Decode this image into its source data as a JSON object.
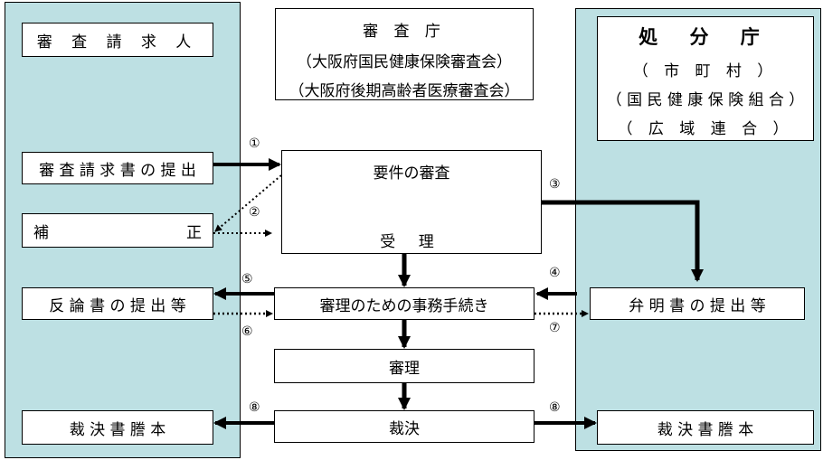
{
  "left_panel": {
    "title": "審 査 請 求 人",
    "submit_request": "審 査 請 求 書 の 提 出",
    "correction": [
      "補",
      "正"
    ],
    "submit_rebuttal": "反 論 書 の 提 出 等",
    "decision_copy": "裁 決 書 謄 本"
  },
  "authority": {
    "title": "審 査 庁",
    "line1": "（大阪府国民健康保険審査会）",
    "line2": "（大阪府後期高齢者医療審査会）"
  },
  "right_panel": {
    "title": "処 分 庁",
    "line1": "（ 市 町 村 ）",
    "line2": "（ 国 民 健 康 保 険 組 合 ）",
    "line3": "（ 広 域 連 合 ）",
    "submit_explanation": "弁 明 書 の 提 出 等",
    "decision_copy": "裁 決 書 謄 本"
  },
  "flow": {
    "requirement_review": "要件の審査",
    "acceptance": "受 理",
    "procedures": "審理のための事務手続き",
    "hearing": "審理",
    "decision": "裁決"
  },
  "step_numbers": {
    "s1": "①",
    "s2": "②",
    "s3": "③",
    "s4": "④",
    "s5": "⑤",
    "s6": "⑥",
    "s7": "⑦",
    "s8a": "⑧",
    "s8b": "⑧"
  }
}
